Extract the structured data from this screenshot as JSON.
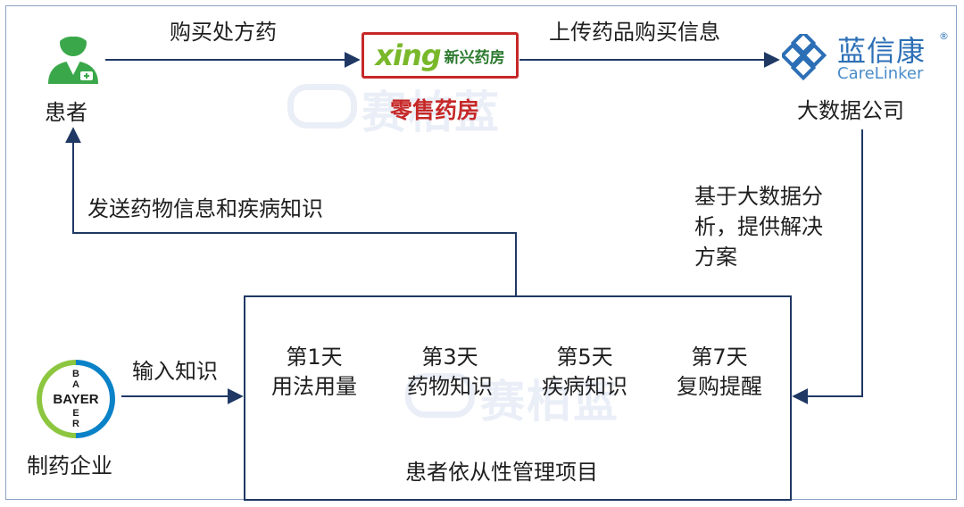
{
  "nodes": {
    "patient": {
      "label": "患者",
      "icon": "doctor-patient-icon"
    },
    "pharmacy": {
      "logo_wordmark": "xing",
      "logo_name": "新兴药房",
      "label": "零售药房",
      "icon": "xing-pharmacy-logo"
    },
    "bigdata": {
      "logo_name_cn": "蓝信康",
      "logo_name_en": "CareLinker",
      "logo_mark": "®",
      "label": "大数据公司",
      "icon": "carelinker-logo"
    },
    "pharma": {
      "label": "制药企业",
      "icon": "bayer-logo",
      "logo_top": "BAYER",
      "logo_side": "BAYER"
    }
  },
  "edges": {
    "buy_prescription": "购买处方药",
    "upload_purchase": "上传药品购买信息",
    "send_info": "发送药物信息和疾病知识",
    "solution_line1": "基于大数据分",
    "solution_line2": "析，提供解决",
    "solution_line3": "方案",
    "input_knowledge": "输入知识"
  },
  "program": {
    "title": "患者依从性管理项目",
    "days": [
      {
        "day": "第1天",
        "topic": "用法用量"
      },
      {
        "day": "第3天",
        "topic": "药物知识"
      },
      {
        "day": "第5天",
        "topic": "疾病知识"
      },
      {
        "day": "第7天",
        "topic": "复购提醒"
      }
    ]
  },
  "watermark": "赛柏蓝",
  "colors": {
    "line": "#1f3864",
    "accent_red": "#c62828",
    "xing_green": "#79b82a",
    "carelinker_blue": "#2c6fb6",
    "bayer_green": "#8dc63f",
    "bayer_blue": "#0a82c7"
  }
}
